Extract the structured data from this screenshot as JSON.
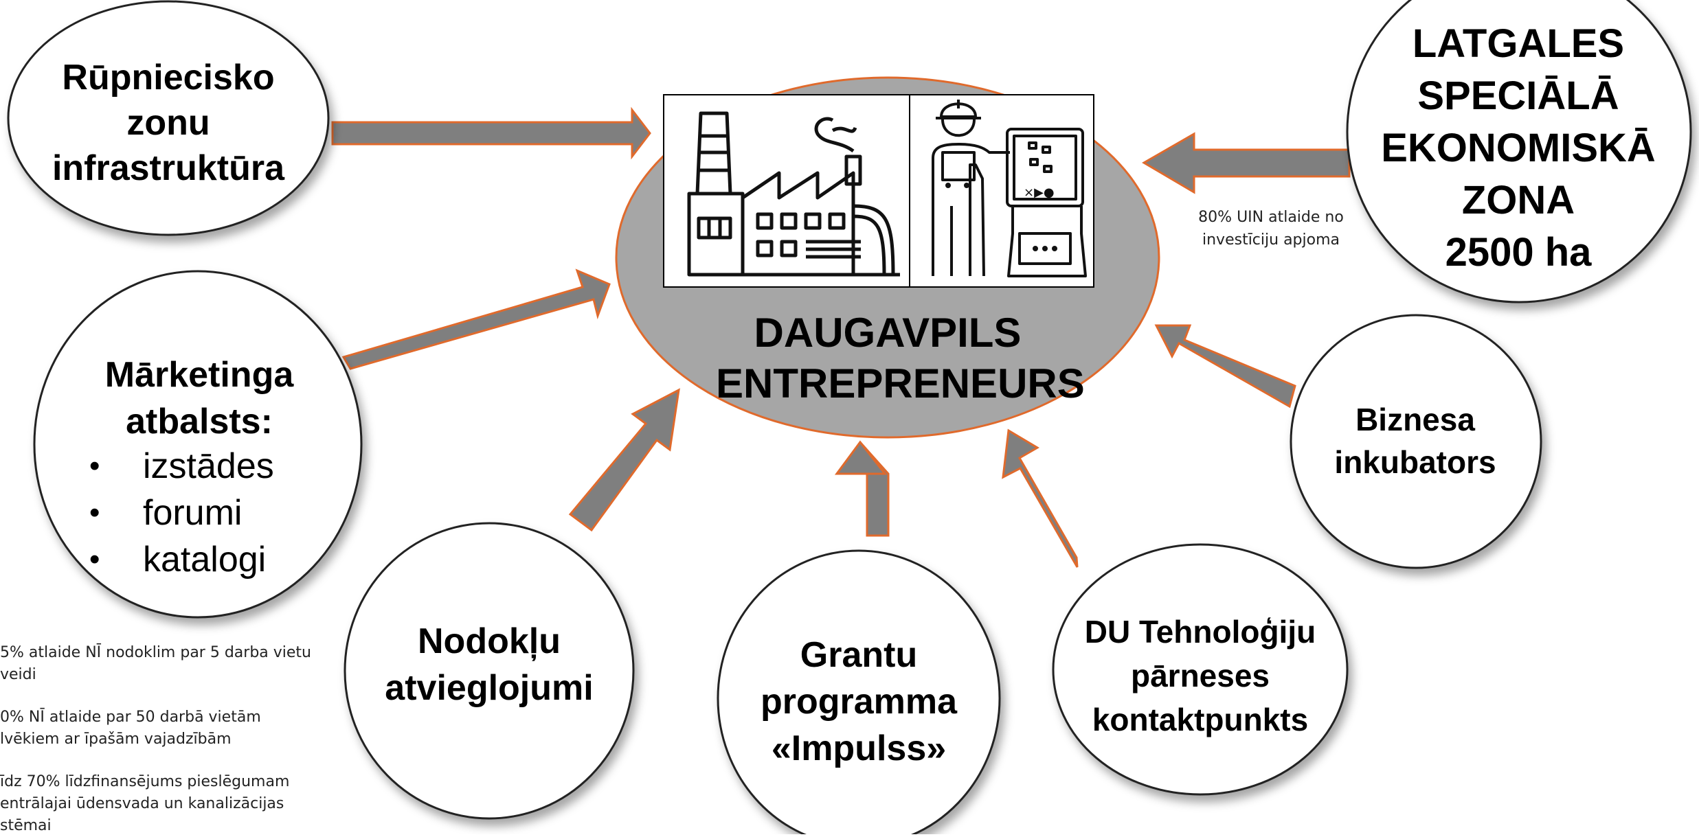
{
  "center": {
    "title_line1": "DAUGAVPILS",
    "title_line2": "ENTREPRENEURS",
    "icons": [
      "factory-icon",
      "engineer-control-panel-icon"
    ]
  },
  "nodes": {
    "infrastructure": [
      "Rūpniecisko",
      "zonu",
      "infrastruktūra"
    ],
    "sez": [
      "LATGALES",
      "SPECIĀLĀ",
      "EKONOMISKĀ",
      "ZONA",
      "2500 ha"
    ],
    "marketing": {
      "title": [
        "Mārketinga",
        "atbalsts:"
      ],
      "items": [
        "izstādes",
        "forumi",
        "katalogi"
      ]
    },
    "incubator": [
      "Biznesa",
      "inkubators"
    ],
    "tax": [
      "Nodokļu",
      "atvieglojumi"
    ],
    "grants": [
      "Grantu",
      "programma",
      "«Impulss»"
    ],
    "du_tech": [
      "DU Tehnoloģiju",
      "pārneses",
      "kontaktpunkts"
    ]
  },
  "notes": {
    "sez_note": [
      "80% UIN atlaide no",
      "investīciju apjoma"
    ],
    "tax_notes": [
      "5%  atlaide NĪ nodoklim par  5 darba vietu",
      "veidi",
      "0% NĪ atlaide par 50 darbā vietām",
      "lvēkiem ar īpašām vajadzībām",
      "īdz 70% līdzfinansējums pieslēgumam",
      "entrālajai ūdensvada un kanalizācijas",
      "stēmai"
    ]
  },
  "colors": {
    "center_fill": "#a6a6a6",
    "center_stroke": "#e06a2c",
    "arrow_fill": "#7f7f7f",
    "arrow_stroke": "#e06a2c",
    "node_stroke": "#222222"
  }
}
